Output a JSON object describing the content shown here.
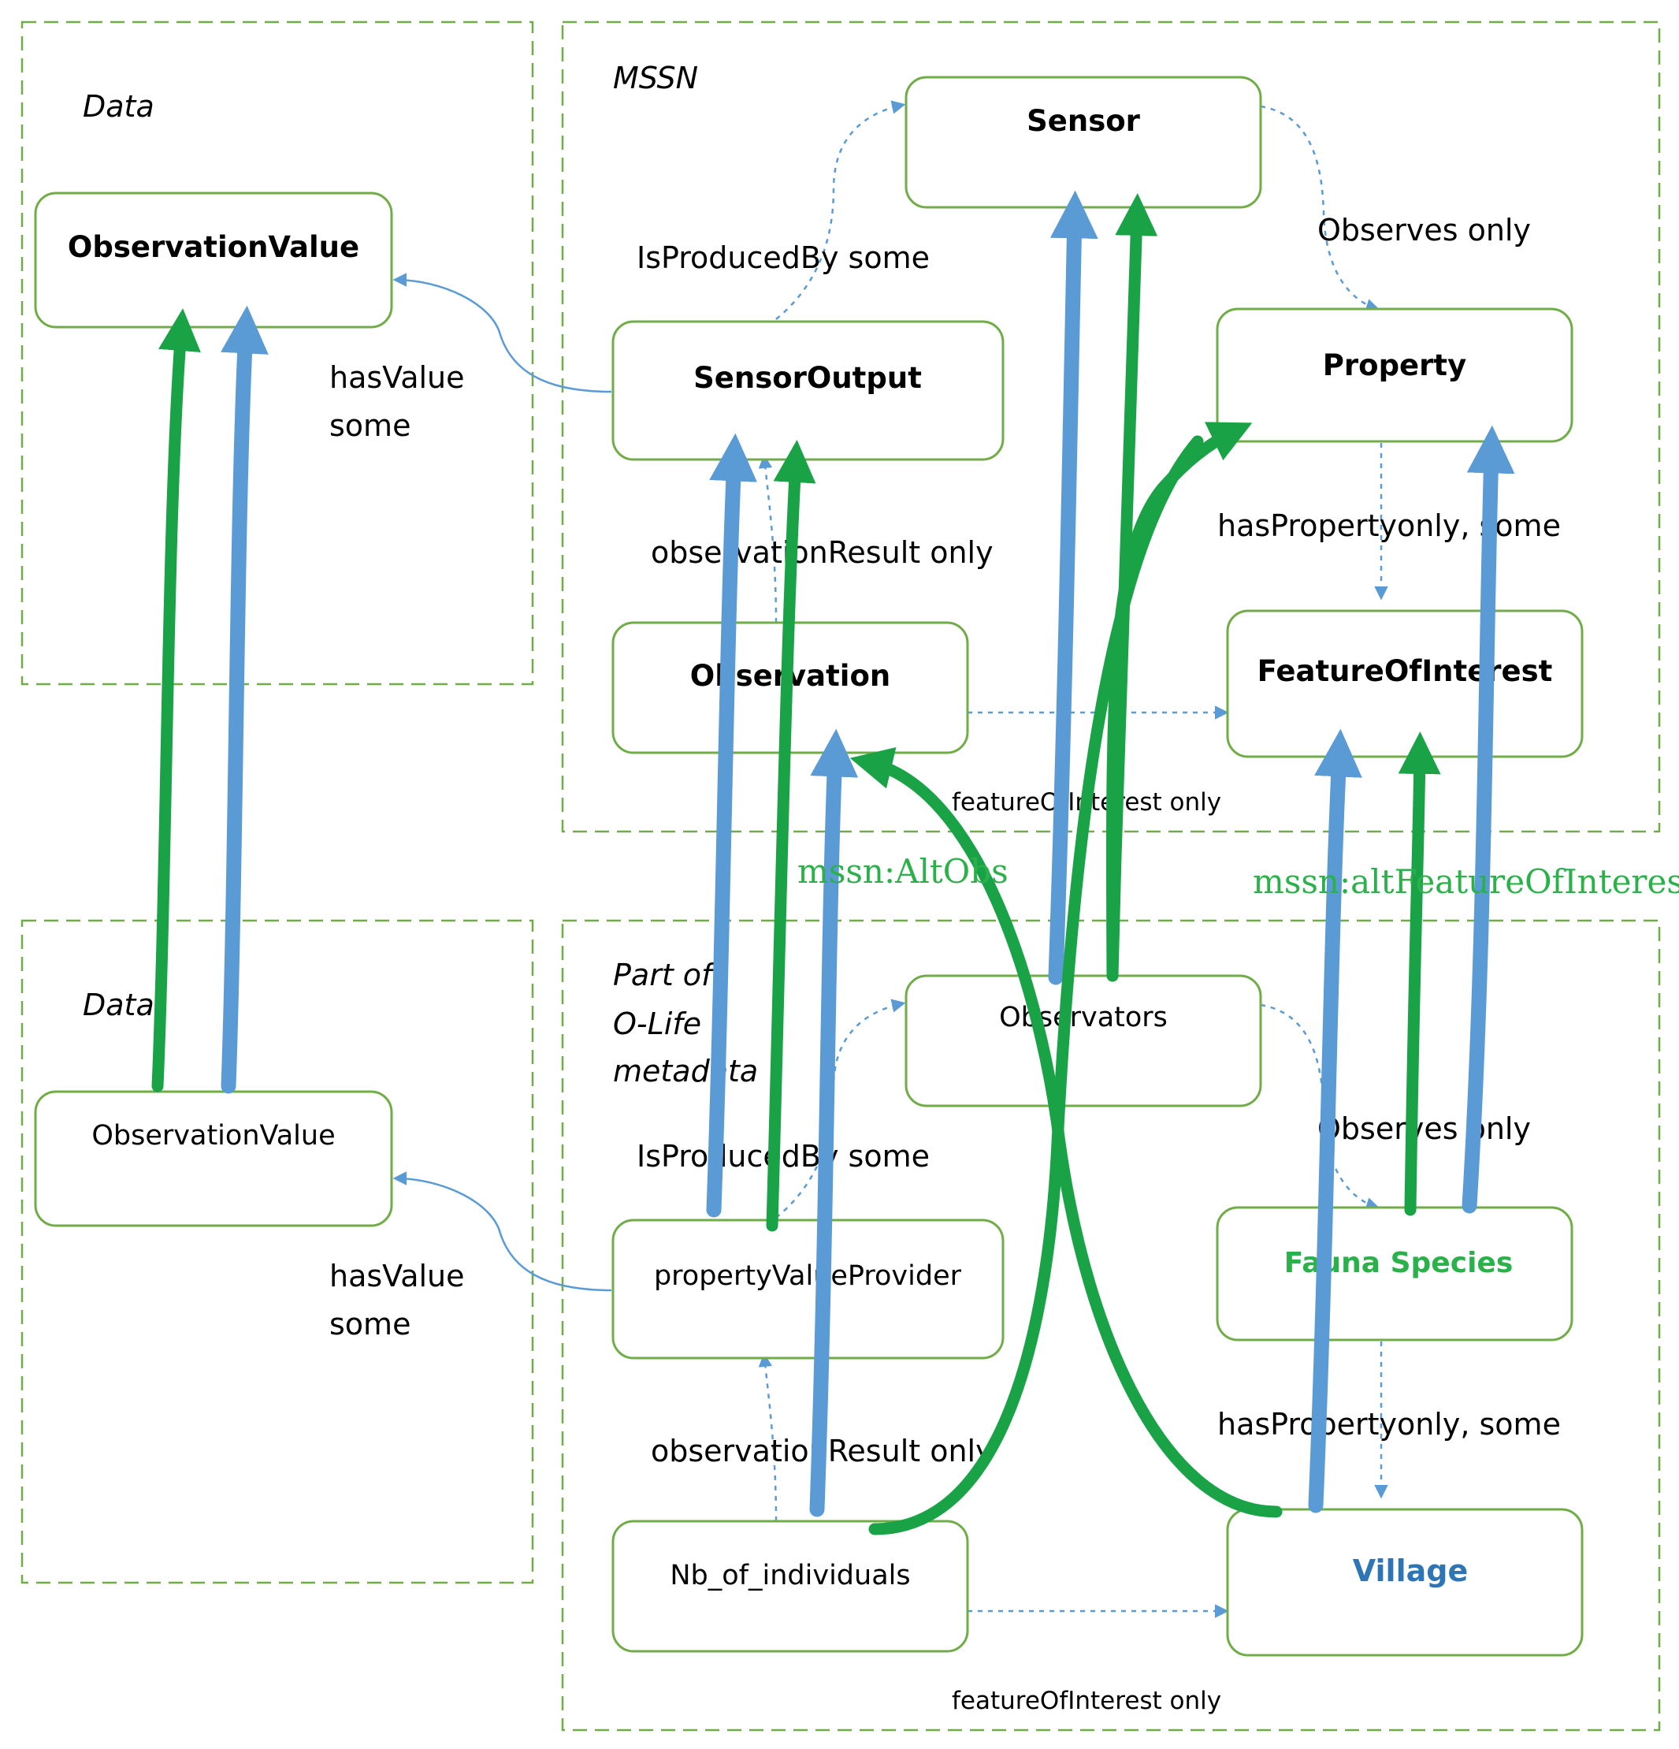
{
  "groups": {
    "data_top": "Data",
    "mssn": "MSSN",
    "data_bottom": "Data",
    "olife_line1": "Part of",
    "olife_line2": "O-Life",
    "olife_line3": "metadata"
  },
  "nodes": {
    "observation_value_top": "ObservationValue",
    "sensor": "Sensor",
    "sensor_output": "SensorOutput",
    "property": "Property",
    "observation": "Observation",
    "feature_of_interest": "FeatureOfInterest",
    "observation_value_bottom": "ObservationValue",
    "observators": "Observators",
    "property_value_provider": "propertyValueProvider",
    "fauna_species": "Fauna Species",
    "nb_of_individuals": "Nb_of_individuals",
    "village": "Village"
  },
  "relations": {
    "has_value_top_1": "hasValue",
    "has_value_top_2": "some",
    "is_produced_by_top": "IsProducedBy some",
    "observes_only_top": "Observes only",
    "observation_result_top": "observationResult only",
    "has_property_top": "hasPropertyonly, some",
    "feature_of_interest_top": "featureOfInterest only",
    "has_value_bottom_1": "hasValue",
    "has_value_bottom_2": "some",
    "is_produced_by_bottom": "IsProducedBy some",
    "observes_only_bottom": "Observes only",
    "observation_result_bottom": "observationResult only",
    "has_property_bottom": "hasPropertyonly, some",
    "feature_of_interest_bottom": "featureOfInterest only"
  },
  "alignments": {
    "alt_obs": "mssn:AltObs",
    "alt_feature": "mssn:altFeatureOfInterest"
  },
  "colors": {
    "green_mapping": "#1aa346",
    "blue_mapping": "#5b9bd5",
    "box_border": "#70ad47",
    "fauna_text": "#2ab14a",
    "village_text": "#2e75b6"
  }
}
